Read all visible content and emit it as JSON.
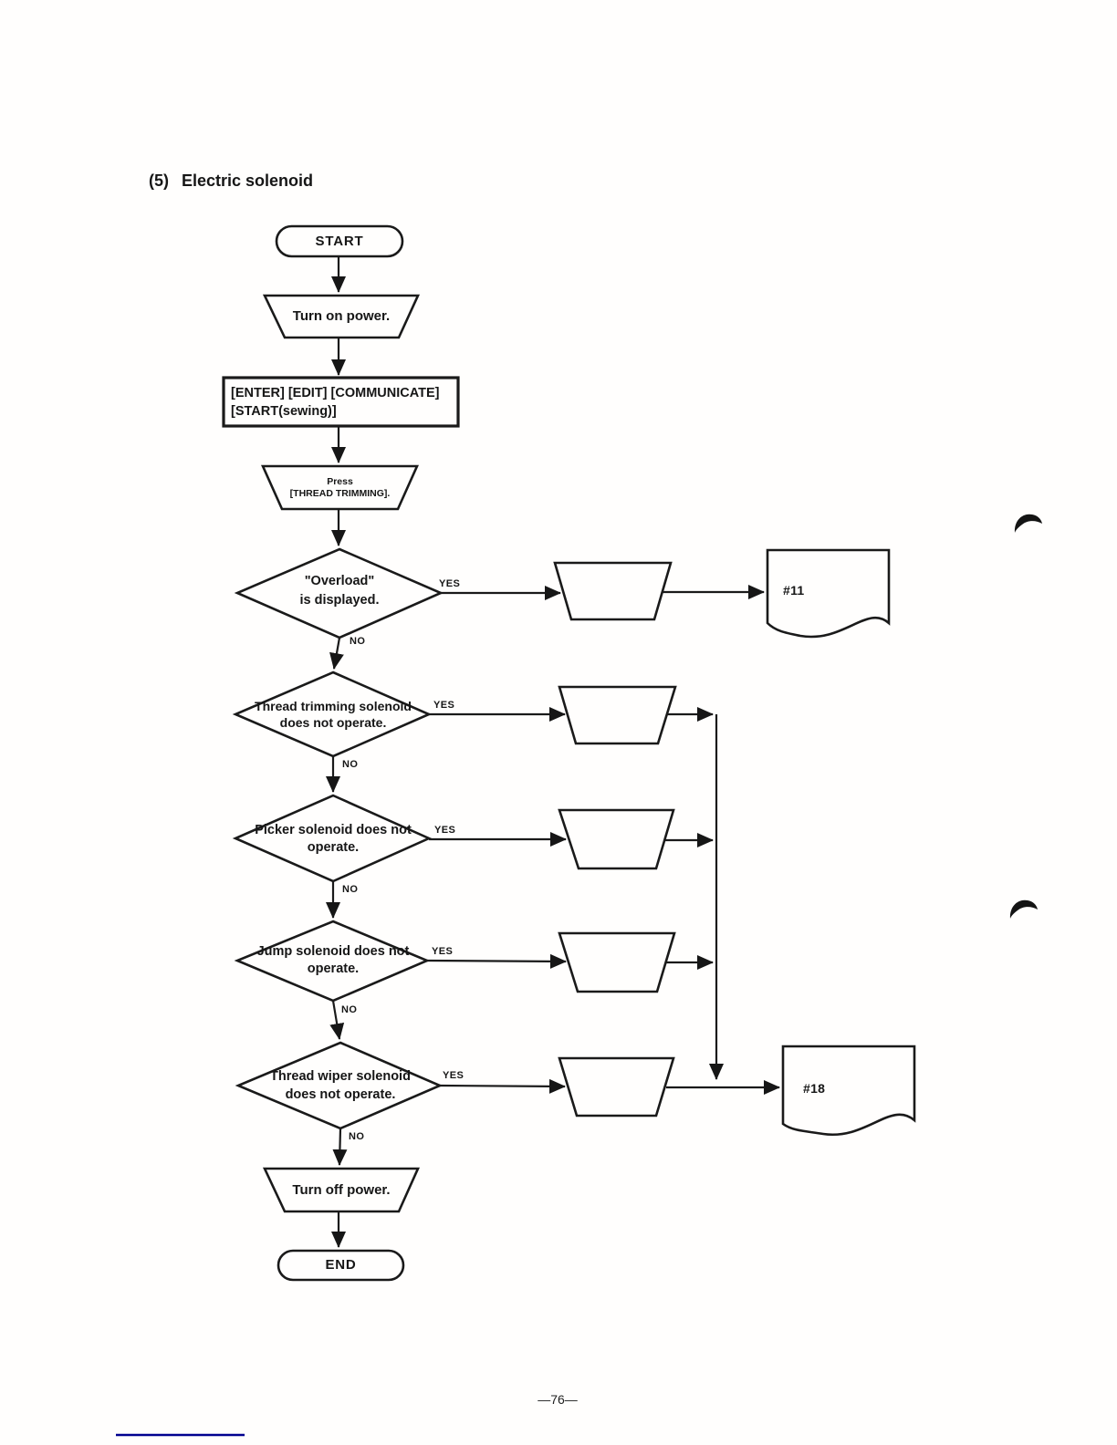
{
  "page": {
    "title_number": "(5)",
    "title_text": "Electric solenoid",
    "page_number": "—76—"
  },
  "flowchart": {
    "start_label": "START",
    "end_label": "END",
    "steps": {
      "turn_on_power": "Turn on power.",
      "key_sequence": "[ENTER] [EDIT] [COMMUNICATE]\n[START(sewing)]",
      "press_thread_trimming": "Press\n[THREAD TRIMMING].",
      "turn_off_power": "Turn off power."
    },
    "decisions": [
      {
        "question": "\"Overload\"\nis displayed.",
        "yes_label": "YES",
        "no_label": "NO"
      },
      {
        "question": "Thread trimming solenoid\ndoes not operate.",
        "yes_label": "YES",
        "no_label": "NO"
      },
      {
        "question": "Picker solenoid does not\noperate.",
        "yes_label": "YES",
        "no_label": "NO"
      },
      {
        "question": "Jump solenoid does not\noperate.",
        "yes_label": "YES",
        "no_label": "NO"
      },
      {
        "question": "Thread wiper solenoid\ndoes not operate.",
        "yes_label": "YES",
        "no_label": "NO"
      }
    ],
    "references": [
      {
        "label": "#11"
      },
      {
        "label": "#18"
      }
    ]
  }
}
